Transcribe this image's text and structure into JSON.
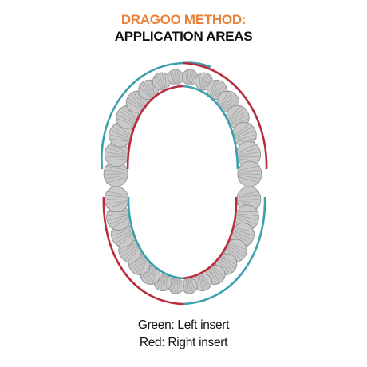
{
  "title": {
    "line1": "DRAGOO METHOD:",
    "line2": "APPLICATION AREAS"
  },
  "legend": {
    "green": "Green: Left insert",
    "red": "Red: Right insert"
  },
  "colors": {
    "title_accent": "#e9823a",
    "left_insert_teal": "#3c9fae",
    "right_insert_red": "#b82b3d",
    "tooth_fill": "#c9c9c9",
    "tooth_stroke": "#8a8a8a"
  },
  "figure": {
    "arches": [
      "upper-arch",
      "lower-arch"
    ]
  }
}
